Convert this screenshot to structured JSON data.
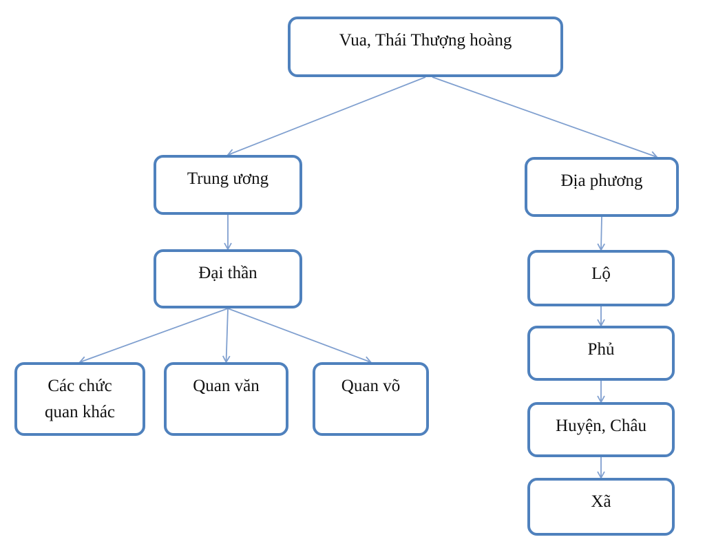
{
  "diagram": {
    "nodes": {
      "root": "Vua, Thái Thượng hoàng",
      "central": "Trung ương",
      "local": "Địa phương",
      "grand_officials": "Đại thần",
      "other_offices": "Các chức\nquan khác",
      "civil_officials": "Quan văn",
      "military_officials": "Quan võ",
      "lo": "Lộ",
      "phu": "Phủ",
      "huyen_chau": "Huyện, Châu",
      "xa": "Xã"
    },
    "edges": [
      [
        "root",
        "central"
      ],
      [
        "root",
        "local"
      ],
      [
        "central",
        "grand_officials"
      ],
      [
        "grand_officials",
        "other_offices"
      ],
      [
        "grand_officials",
        "civil_officials"
      ],
      [
        "grand_officials",
        "military_officials"
      ],
      [
        "local",
        "lo"
      ],
      [
        "lo",
        "phu"
      ],
      [
        "phu",
        "huyen_chau"
      ],
      [
        "huyen_chau",
        "xa"
      ]
    ],
    "colors": {
      "box_border": "#4f81bd",
      "connector": "#7f9fcf"
    }
  }
}
